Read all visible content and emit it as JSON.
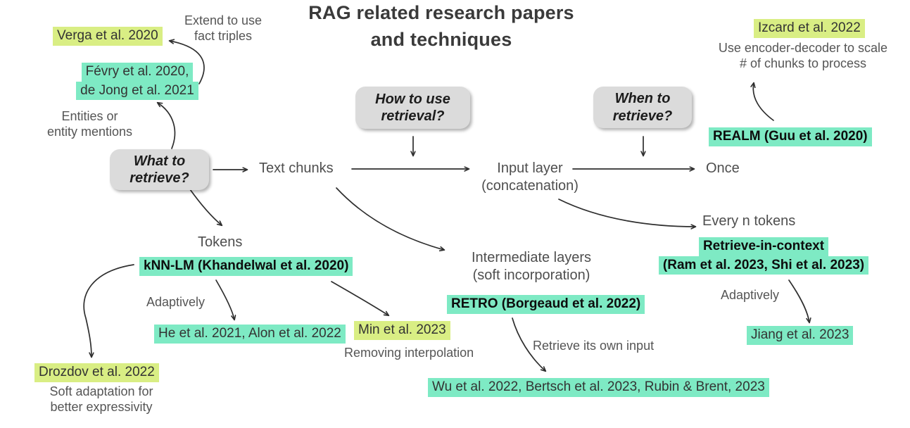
{
  "title": "RAG related research papers\nand techniques",
  "colors": {
    "highlight_yellow": "#d9ee84",
    "highlight_teal": "#7eeac4",
    "decision_box_gray": "#dbdbdb",
    "arrow": "#2e2e2e",
    "label_gray": "#4e4e4e"
  },
  "decision_boxes": {
    "what": "What to\nretrieve?",
    "how": "How to use\nretrieval?",
    "when": "When to\nretrieve?"
  },
  "flow": {
    "text_chunks": "Text chunks",
    "input_layer": "Input layer\n(concatenation)",
    "once": "Once",
    "tokens": "Tokens",
    "intermediate_layers": "Intermediate layers\n(soft incorporation)",
    "every_n_tokens": "Every n tokens"
  },
  "papers": {
    "verga": "Verga et al. 2020",
    "fevry1": "Févry et al. 2020,",
    "fevry2": "de Jong et al. 2021",
    "izcard": "Izcard et al. 2022",
    "realm": "REALM (Guu et al. 2020)",
    "knnlm": "kNN-LM (Khandelwal et al. 2020)",
    "he_alon": "He et al. 2021, Alon et al. 2022",
    "min": "Min et al. 2023",
    "drozdov": "Drozdov et al. 2022",
    "retro": "RETRO (Borgeaud et al. 2022)",
    "wu_bertsch_rubin": "Wu et al. 2022, Bertsch et al. 2023, Rubin & Brent, 2023",
    "ric1": "Retrieve-in-context",
    "ric2": "(Ram et al. 2023, Shi et al. 2023)",
    "jiang": "Jiang et al. 2023"
  },
  "annotations": {
    "extend_fact_triples": "Extend to use\nfact triples",
    "entities_mentions": "Entities or\nentity mentions",
    "encoder_decoder": "Use encoder-decoder to scale\n# of chunks to process",
    "adaptively_left": "Adaptively",
    "adaptively_right": "Adaptively",
    "removing_interpolation": "Removing interpolation",
    "retrieve_own_input": "Retrieve its own input",
    "soft_adaptation": "Soft adaptation for\nbetter expressivity"
  }
}
